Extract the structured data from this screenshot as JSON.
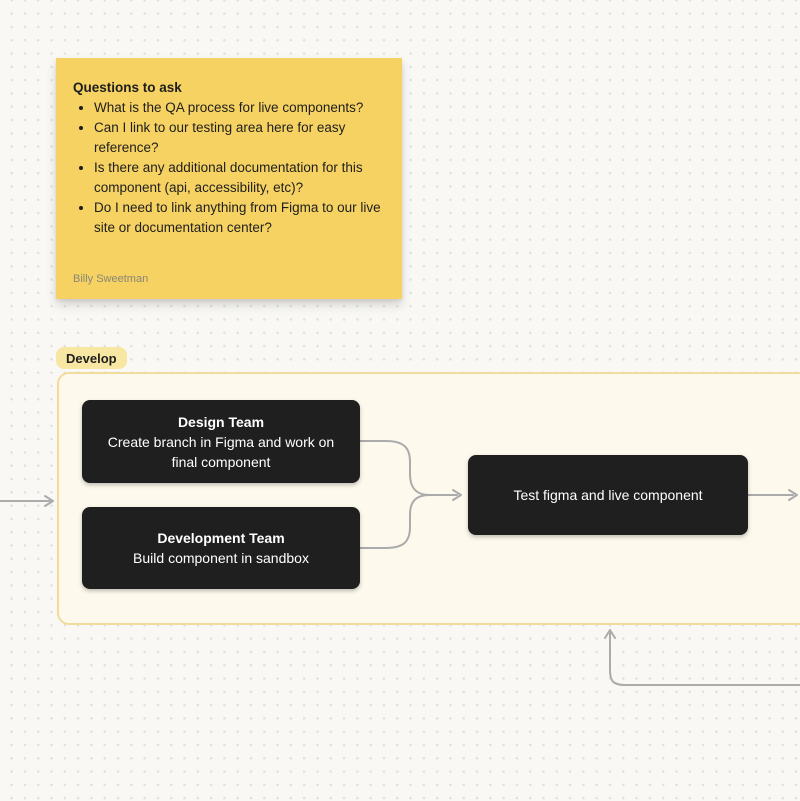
{
  "sticky_note": {
    "title": "Questions to ask",
    "bullets": [
      "What is the QA process for live components?",
      "Can I link to our testing area here for easy reference?",
      "Is there any additional documentation for this component (api, accessibility, etc)?",
      "Do I need to link anything from Figma to our live site or documentation center?"
    ],
    "author": "Billy Sweetman"
  },
  "section": {
    "label": "Develop"
  },
  "nodes": [
    {
      "title": "Design Team",
      "body": "Create branch in Figma and work on final component"
    },
    {
      "title": "Development Team",
      "body": "Build component in sandbox"
    },
    {
      "title": "",
      "body": "Test figma and live component"
    }
  ],
  "colors": {
    "canvas_bg": "#F9F8F5",
    "dot_grid": "#E2E0DA",
    "sticky_bg": "#F6D262",
    "sticky_author_text": "#8A8577",
    "section_bg": "#FDF9EC",
    "section_border": "#F2DC9B",
    "section_label_bg": "#F8E7A2",
    "node_bg": "#1F1F1F",
    "node_text": "#FFFFFF",
    "connector": "#ABABAB"
  }
}
